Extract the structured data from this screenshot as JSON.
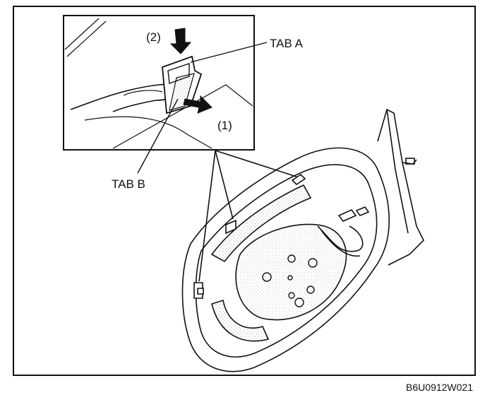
{
  "labels": {
    "step_2": "(2)",
    "step_1": "(1)",
    "tab_a": "TAB A",
    "tab_b": "TAB B"
  },
  "figure_code": "B6U0912W021",
  "colors": {
    "ink": "#111111",
    "paper": "#ffffff"
  }
}
